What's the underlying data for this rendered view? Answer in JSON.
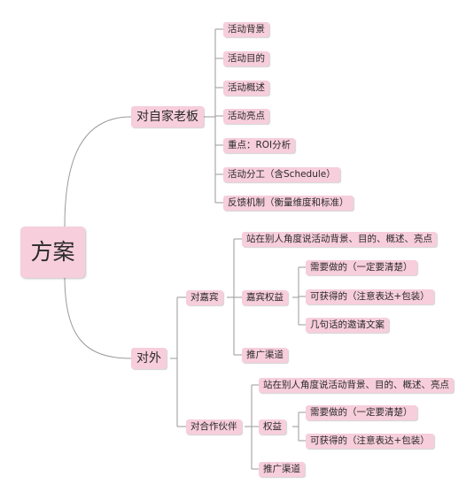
{
  "root": "方案",
  "branch_boss": {
    "label": "对自家老板",
    "items": [
      "活动背景",
      "活动目的",
      "活动概述",
      "活动亮点",
      "重点：ROI分析",
      "活动分工（含Schedule）",
      "反馈机制（衡量维度和标准）"
    ]
  },
  "branch_external": {
    "label": "对外",
    "guest": {
      "label": "对嘉宾",
      "intro": "站在别人角度说活动背景、目的、概述、亮点",
      "rights": {
        "label": "嘉宾权益",
        "items": [
          "需要做的（一定要清楚）",
          "可获得的（注意表达+包装）",
          "几句话的邀请文案"
        ]
      },
      "channel": "推广渠道"
    },
    "partner": {
      "label": "对合作伙伴",
      "intro": "站在别人角度说活动背景、目的、概述、亮点",
      "rights": {
        "label": "权益",
        "items": [
          "需要做的（一定要清楚）",
          "可获得的（注意表达+包装）"
        ]
      },
      "channel": "推广渠道"
    }
  },
  "colors": {
    "node_fill": "#f7cedb",
    "line": "#9a9a9a",
    "text": "#2b2b2b"
  }
}
